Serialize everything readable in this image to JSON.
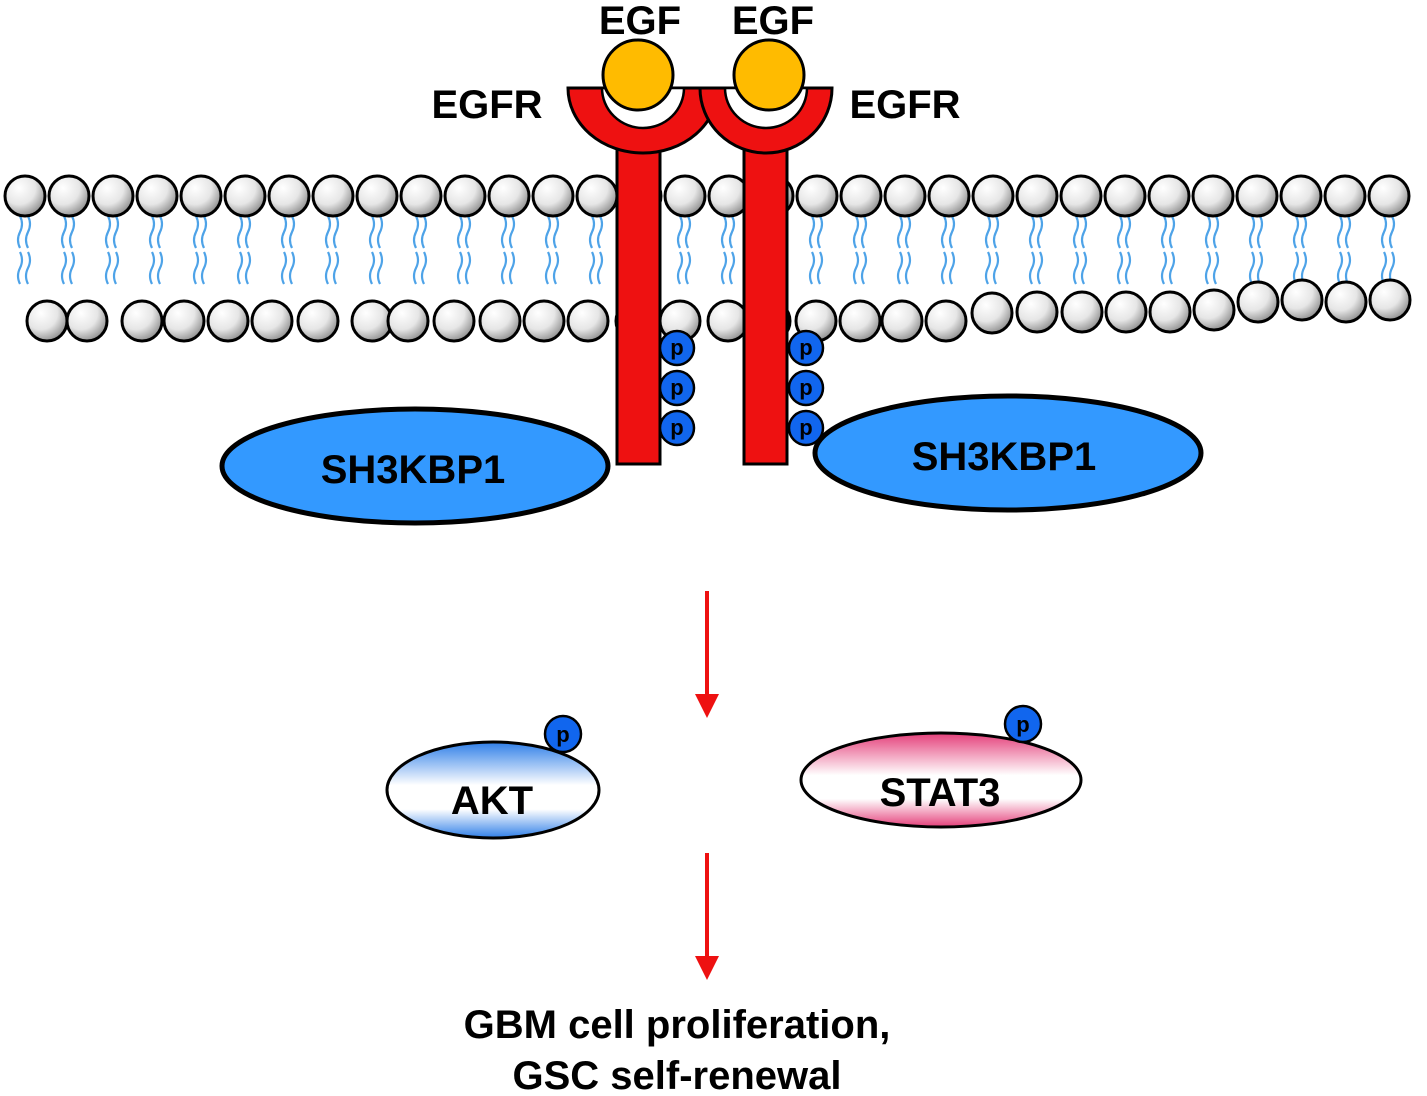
{
  "ligands": [
    {
      "label": "EGF"
    },
    {
      "label": "EGF"
    }
  ],
  "receptors": [
    {
      "label": "EGFR"
    },
    {
      "label": "EGFR"
    }
  ],
  "adaptors": [
    {
      "label": "SH3KBP1"
    },
    {
      "label": "SH3KBP1"
    }
  ],
  "phospho_label": "p",
  "effectors": [
    {
      "label": "AKT"
    },
    {
      "label": "STAT3"
    }
  ],
  "outcome": {
    "line1": "GBM cell proliferation,",
    "line2": "GSC self-renewal"
  },
  "colors": {
    "receptor": "#ee1111",
    "ligand": "#ffbb00",
    "adaptor": "#3399ff",
    "phospho": "#1166ee",
    "lipid_tail": "#4ea3e8",
    "arrow": "#ee1111",
    "akt": "#2f7fe8",
    "stat3": "#e43f7a"
  }
}
